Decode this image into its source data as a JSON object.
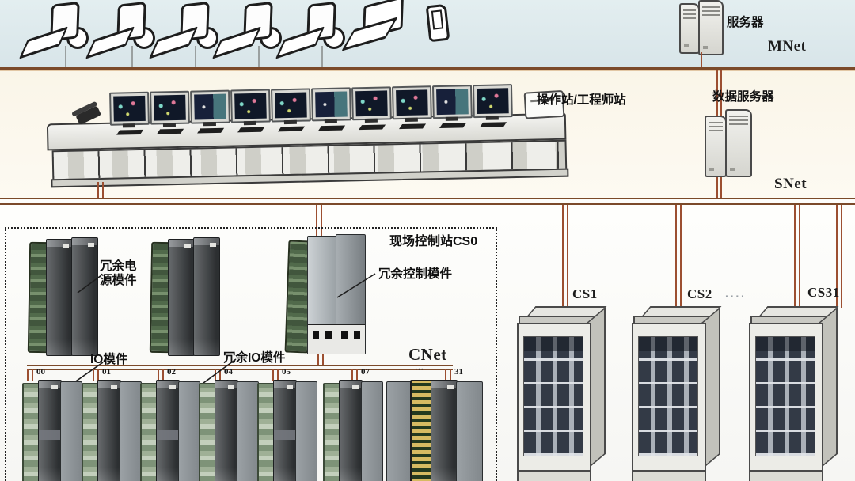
{
  "diagram": {
    "type": "dcs-system-architecture",
    "networks": {
      "mnet": "MNet",
      "snet": "SNet",
      "cnet": "CNet"
    },
    "labels": {
      "server": "服务器",
      "data_server": "数据服务器",
      "operator_station": "操作站/工程师站",
      "field_control_station": "现场控制站CS0",
      "redundant_power_line1": "冗余电",
      "redundant_power_line2": "源模件",
      "redundant_control_module": "冗余控制模件",
      "io_module": "IO模件",
      "redundant_io_module": "冗余IO模件"
    },
    "io_slots": [
      "00",
      "01",
      "02",
      "04",
      "05",
      "07",
      "···",
      "31"
    ],
    "cabinets": {
      "cs1": "CS1",
      "cs2": "CS2",
      "cs31": "CS31",
      "ellipsis": "····"
    },
    "colors": {
      "bus": "#7b4a2a",
      "drop": "#9c4f31",
      "background_top": "#dce8ec",
      "background_mid": "#faf5e8",
      "dashed_border": "#222222"
    }
  }
}
